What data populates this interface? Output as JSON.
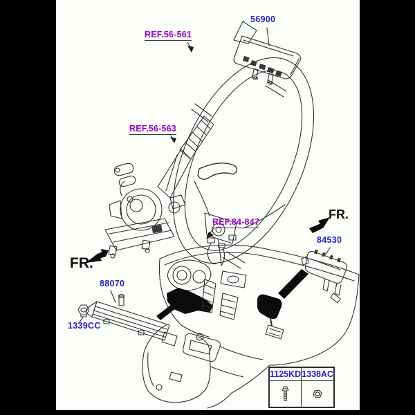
{
  "window": {
    "background": "#000000",
    "page_background": "#fcfefa"
  },
  "colors": {
    "part_number": "#2323c8",
    "reference_link": "#9a00c8",
    "fr_text": "#0d0d0d",
    "line_art": "#2f2f2f",
    "black_fill": "#0b0b0b"
  },
  "callouts": {
    "driver_airbag": {
      "label": "56900"
    },
    "steering_wheel_ref": {
      "label": "REF.56-561"
    },
    "steering_column_ref": {
      "label": "REF.56-563"
    },
    "crash_pad_ref": {
      "label": "REF.84-847"
    },
    "passenger_airbag": {
      "label": "84530"
    },
    "knee_airbag": {
      "label": "88070"
    },
    "nut": {
      "label": "1339CC"
    }
  },
  "orientation": {
    "front_left": "FR.",
    "front_right": "FR."
  },
  "fastener_table": {
    "columns": [
      {
        "code": "1125KD",
        "icon": "bolt-icon"
      },
      {
        "code": "1338AC",
        "icon": "nut-icon"
      }
    ]
  }
}
